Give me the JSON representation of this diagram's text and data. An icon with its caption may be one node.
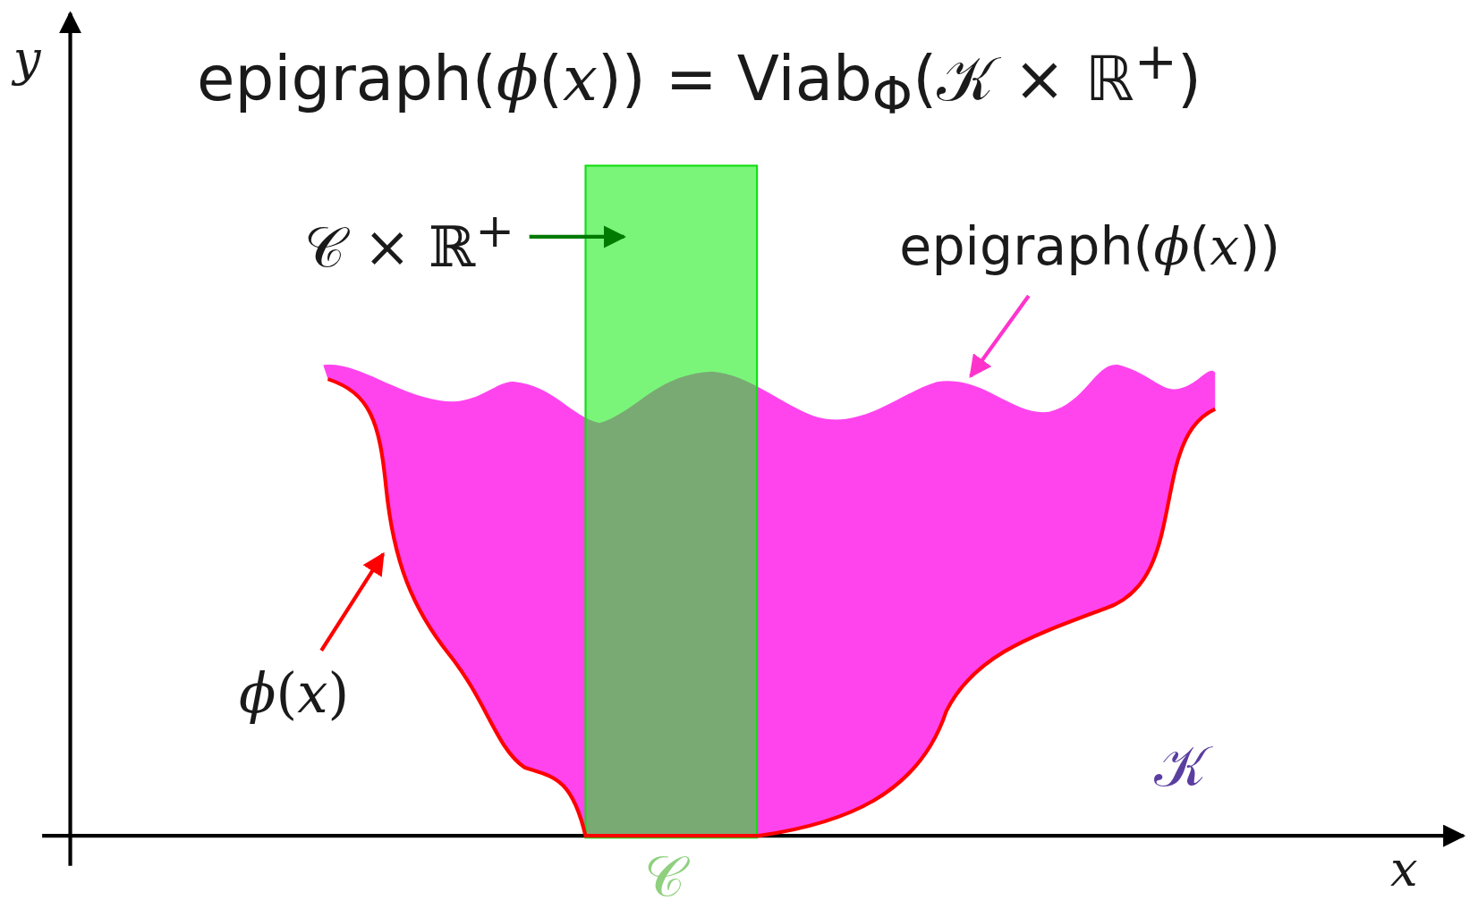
{
  "diagram": {
    "title": "epigraph(*ϕ*(*x*)) = Viab$_{Φ}$(𝒦 × ℝ$^{+}$)",
    "nodes": [
      {
        "text": [
          "𝒞 × ℝ$^{+}$"
        ]
      },
      {
        "text": [],
        "shape": "box"
      },
      {
        "text": [
          "epigraph(*ϕ*(*x*))"
        ]
      },
      {
        "text": [],
        "shape": "picture"
      },
      {
        "text": [
          "*ϕ*(*x*)"
        ]
      },
      {
        "text": [],
        "shape": "curve"
      }
    ],
    "edges": [
      {
        "from": 0,
        "to": 1,
        "arrow": "to",
        "color": "#007a00"
      },
      {
        "from": 2,
        "to": 3,
        "arrow": "to",
        "color": "#ff33cc"
      },
      {
        "from": 4,
        "to": 5,
        "arrow": "to",
        "color": "#ff0000"
      }
    ],
    "labels": [
      "y",
      "𝒦",
      "x",
      "𝒞"
    ]
  }
}
